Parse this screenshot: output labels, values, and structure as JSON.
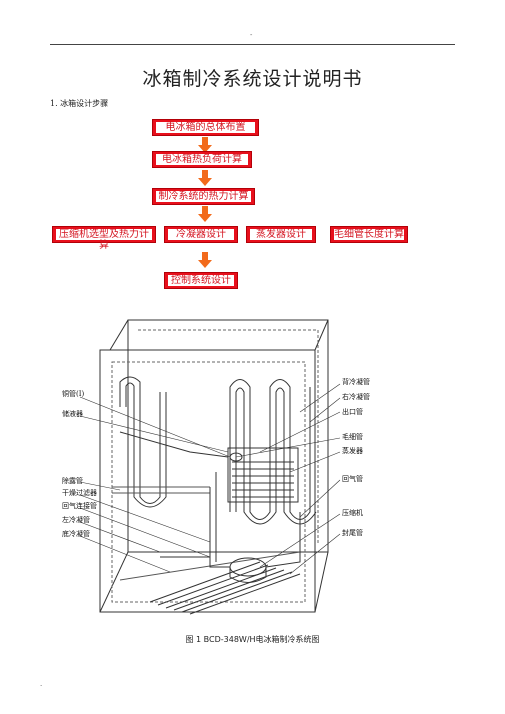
{
  "header": {
    "mark": "-"
  },
  "title": "冰箱制冷系统设计说明书",
  "section": "1. 冰箱设计步骤",
  "flow": {
    "step1": "电冰箱的总体布置",
    "step2": "电冰箱热负荷计算",
    "step3": "制冷系统的热力计算",
    "branches": [
      "压缩机选型及热力计算",
      "冷凝器设计",
      "蒸发器设计",
      "毛细管长度计算"
    ],
    "step5": "控制系统设计",
    "box_color": "#e8101c",
    "arrow_color": "#f26a1b"
  },
  "diagram": {
    "labels_left": [
      "铜管(I)",
      "储液器",
      "除露管",
      "干燥过滤器",
      "回气连接管",
      "左冷凝管",
      "底冷凝管"
    ],
    "labels_right": [
      "背冷凝管",
      "右冷凝管",
      "出口管",
      "毛细管",
      "蒸发器",
      "回气管",
      "压缩机",
      "封尾管"
    ]
  },
  "caption": {
    "prefix": "图  1 ",
    "model": "BCD-348W/H",
    "text": "电冰箱制冷系统图"
  },
  "footer": {
    "mark": "."
  }
}
